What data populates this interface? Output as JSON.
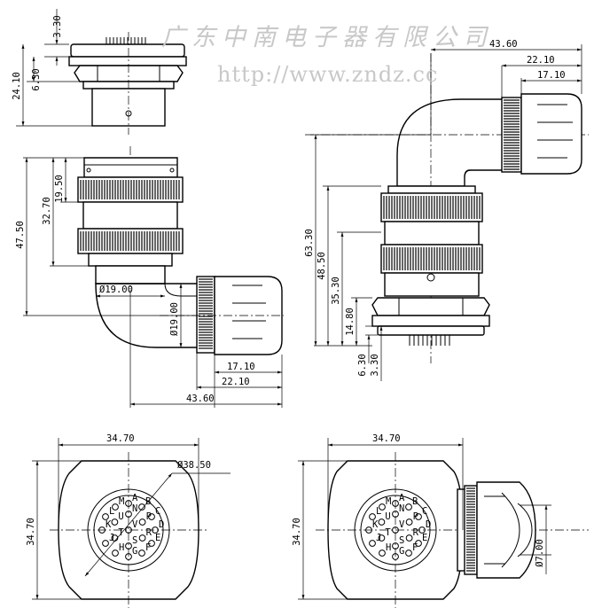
{
  "watermark": {
    "company": "广东中南电子器有限公司",
    "url": "http://www.zndz.cc"
  },
  "dimensions": {
    "d_3_30_top": "3.30",
    "d_6_30_top": "6.30",
    "d_24_10": "24.10",
    "d_19_50": "19.50",
    "d_32_70": "32.70",
    "d_47_50": "47.50",
    "d_dia19_h": "Ø19.00",
    "d_dia19_v": "Ø19.00",
    "d_17_10_left": "17.10",
    "d_22_10_left": "22.10",
    "d_43_60_left": "43.60",
    "d_43_60_right": "43.60",
    "d_22_10_right": "22.10",
    "d_17_10_right": "17.10",
    "d_63_30": "63.30",
    "d_48_50": "48.50",
    "d_35_30": "35.30",
    "d_14_80": "14.80",
    "d_6_30_right": "6.30",
    "d_3_30_right": "3.30",
    "d_34_70_bl_top": "34.70",
    "d_dia38_50": "Ø38.50",
    "d_34_70_bl_side": "34.70",
    "d_34_70_br_top": "34.70",
    "d_34_70_br_side": "34.70",
    "d_dia7_00": "Ø7.00"
  },
  "pins": [
    "A",
    "B",
    "C",
    "D",
    "E",
    "F",
    "G",
    "H",
    "J",
    "K",
    "L",
    "M",
    "N",
    "P",
    "R",
    "S",
    "T",
    "U",
    "V"
  ]
}
